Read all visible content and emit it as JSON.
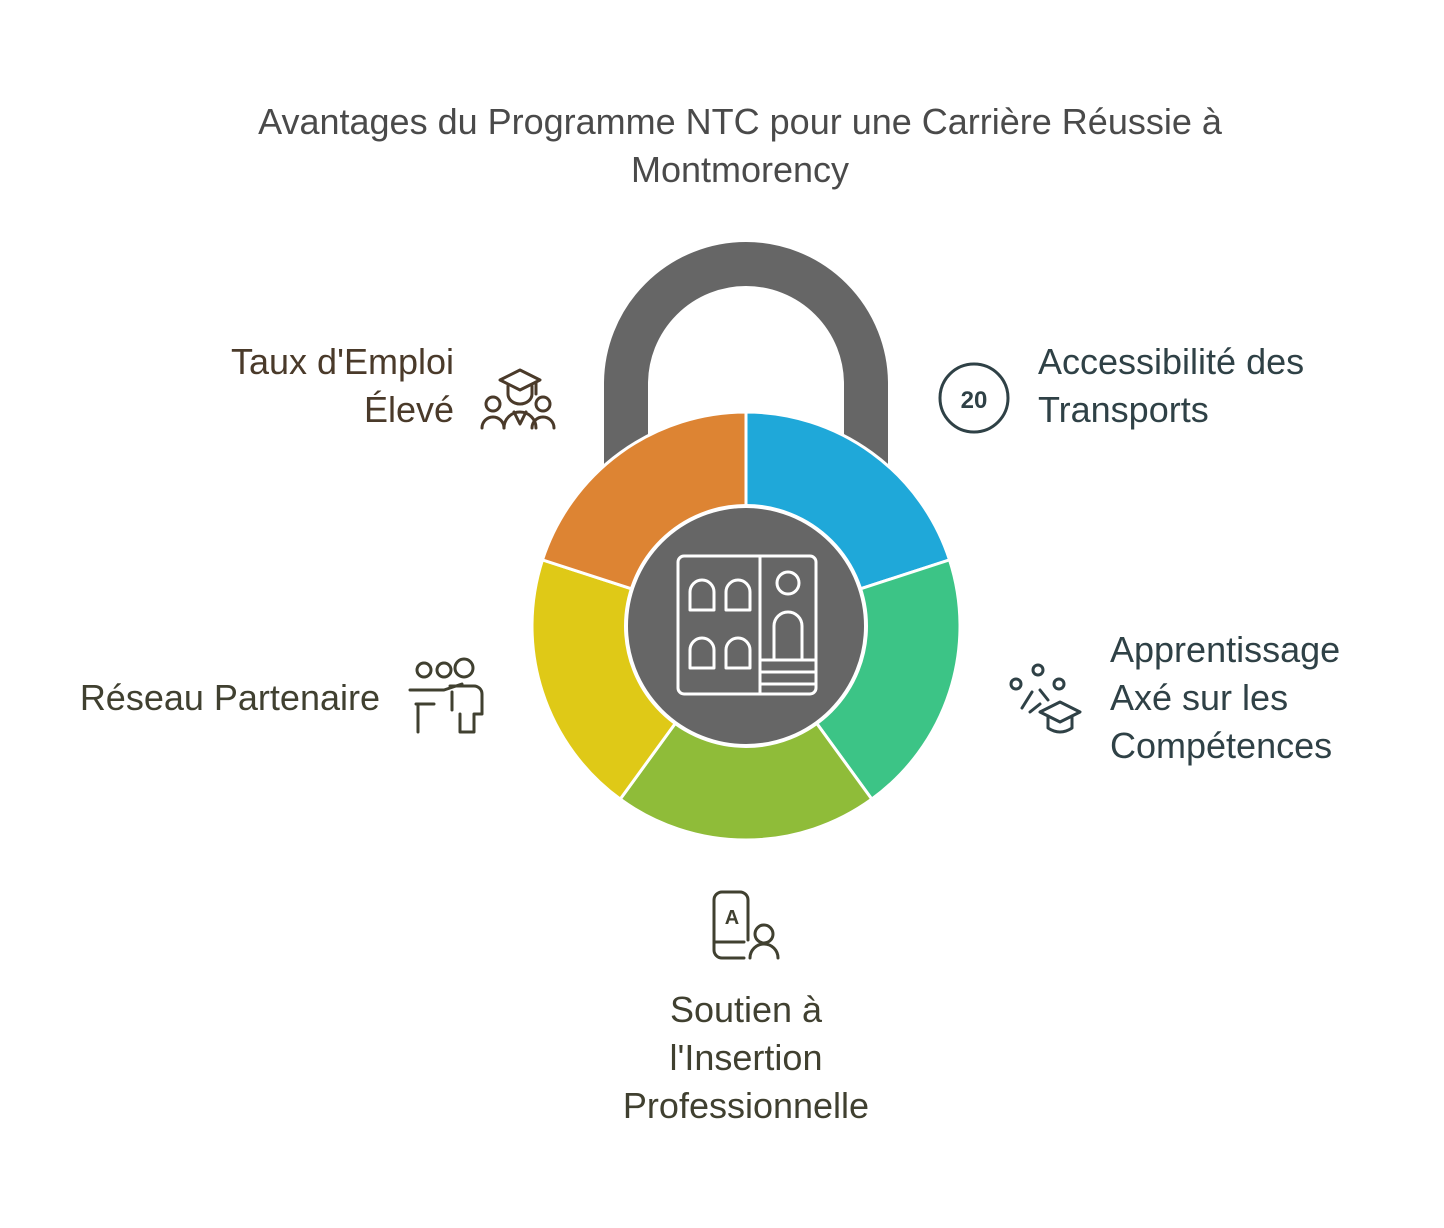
{
  "title": {
    "line1": "Avantages du Programme NTC pour une Carrière Réussie à",
    "line2": "Montmorency"
  },
  "center": {
    "icon": "building-doors-icon",
    "color": "#666666"
  },
  "shackle": {
    "color": "#666666"
  },
  "segments": [
    {
      "id": "accessibilite",
      "color": "#1fa8d9",
      "icon": "route-20-icon",
      "icon_text": "20",
      "label_lines": [
        "Accessibilité des",
        "Transports"
      ],
      "text_color": "#2f4146"
    },
    {
      "id": "apprentissage",
      "color": "#3cc486",
      "icon": "skills-graduation-icon",
      "label_lines": [
        "Apprentissage",
        "Axé sur les",
        "Compétences"
      ],
      "text_color": "#2f4146"
    },
    {
      "id": "soutien",
      "color": "#8fbc39",
      "icon": "student-book-icon",
      "icon_text": "A",
      "label_lines": [
        "Soutien à",
        "l'Insertion",
        "Professionnelle"
      ],
      "text_color": "#404030"
    },
    {
      "id": "reseau",
      "color": "#dfc917",
      "icon": "teacher-presentation-icon",
      "label_lines": [
        "Réseau Partenaire"
      ],
      "text_color": "#404030"
    },
    {
      "id": "taux",
      "color": "#dd8433",
      "icon": "graduate-group-icon",
      "label_lines": [
        "Taux d'Emploi",
        "Élevé"
      ],
      "text_color": "#4a3a2a"
    }
  ]
}
